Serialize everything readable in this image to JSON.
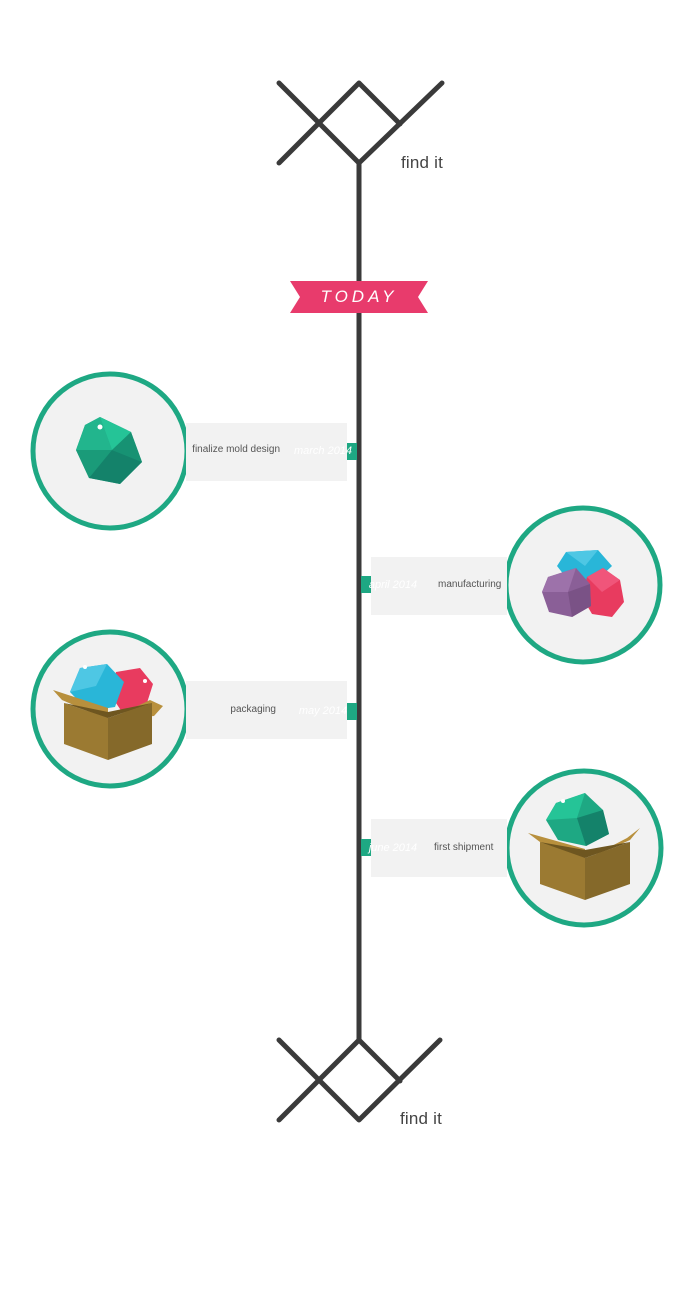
{
  "logo": {
    "top_label": "find it",
    "bottom_label": "find it"
  },
  "today": {
    "label": "TODAY"
  },
  "milestones": [
    {
      "task": "finalize mold design",
      "date": "march 2014",
      "icon": "green-gem-icon"
    },
    {
      "task": "manufacturing",
      "date": "april 2014",
      "icon": "gem-cluster-icon"
    },
    {
      "task": "packaging",
      "date": "may 2014",
      "icon": "box-with-gems-icon"
    },
    {
      "task": "first shipment",
      "date": "june 2014",
      "icon": "box-with-green-gem-icon"
    }
  ],
  "colors": {
    "line": "#3a3a3a",
    "ribbon_pink": "#e83b6c",
    "ribbon_green": "#1ea883",
    "circle_ring": "#1ea883",
    "circle_fill": "#f2f2f2",
    "panel": "#f2f2f2",
    "gem_green": "#1ea883",
    "gem_cyan": "#29b6d8",
    "gem_red": "#e83b5f",
    "gem_purple": "#8a5f97",
    "box": "#9b7a32"
  }
}
